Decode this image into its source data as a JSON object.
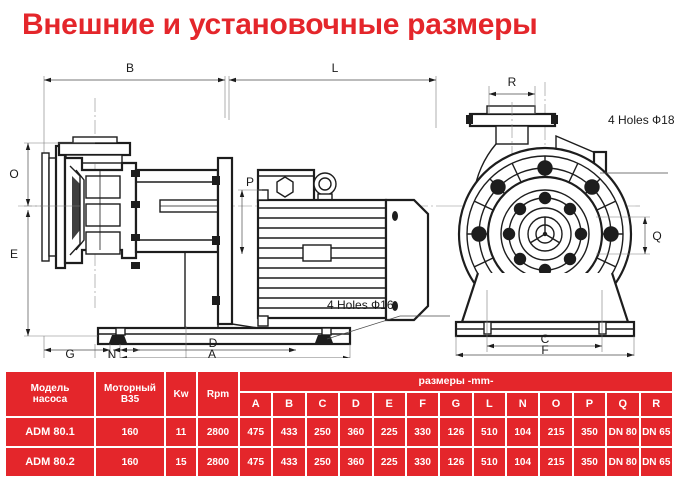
{
  "title": "Внешние и установочные размеры",
  "drawing": {
    "side_view": {
      "dimension_labels": [
        "B",
        "L",
        "O",
        "P",
        "E",
        "D",
        "A",
        "G",
        "N"
      ],
      "note": "4 Holes Ф16"
    },
    "end_view": {
      "dimension_labels": [
        "R",
        "Q",
        "C",
        "F"
      ],
      "note": "4 Holes Ф18"
    }
  },
  "table": {
    "headers": {
      "model": "Модель насоса",
      "model_line1": "Модель",
      "model_line2": "насоса",
      "motor": "Моторный B35",
      "motor_line1": "Моторный",
      "motor_line2": "B35",
      "kw": "Kw",
      "rpm": "Rpm",
      "group": "размеры -mm-",
      "dims": [
        "A",
        "B",
        "C",
        "D",
        "E",
        "F",
        "G",
        "L",
        "N",
        "O",
        "P",
        "Q",
        "R"
      ]
    },
    "rows": [
      {
        "model": "ADM 80.1",
        "motor": "160",
        "kw": "11",
        "rpm": "2800",
        "values": [
          "475",
          "433",
          "250",
          "360",
          "225",
          "330",
          "126",
          "510",
          "104",
          "215",
          "350",
          "DN 80",
          "DN 65"
        ]
      },
      {
        "model": "ADM 80.2",
        "motor": "160",
        "kw": "15",
        "rpm": "2800",
        "values": [
          "475",
          "433",
          "250",
          "360",
          "225",
          "330",
          "126",
          "510",
          "104",
          "215",
          "350",
          "DN 80",
          "DN 65"
        ]
      }
    ]
  },
  "colors": {
    "brand_red": "#e4262b",
    "table_text": "#ffffff",
    "line": "#1d1d1d"
  }
}
